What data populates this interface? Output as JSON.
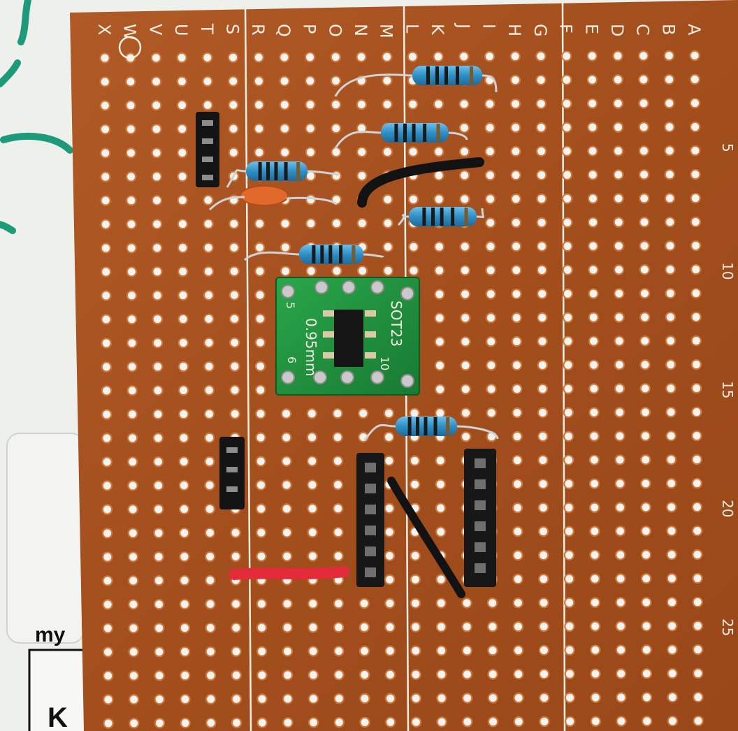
{
  "board": {
    "column_letters": [
      "X",
      "W",
      "V",
      "U",
      "T",
      "S",
      "R",
      "Q",
      "P",
      "O",
      "N",
      "M",
      "L",
      "K",
      "J",
      "I",
      "H",
      "G",
      "F",
      "E",
      "D",
      "C",
      "B",
      "A"
    ],
    "row_numbers": [
      "5",
      "10",
      "15",
      "20",
      "25"
    ]
  },
  "adapter": {
    "label_left": "0.95mm",
    "label_right": "SOT23",
    "pin_left_top": "5",
    "pin_left_bottom": "6",
    "pin_right_bottom": "10"
  },
  "paper": {
    "fragment_top": "my",
    "fragment_bottom": "K"
  },
  "colors": {
    "board": "#a6501e",
    "copper_hole": "#cf6a2f",
    "solder_mask": "#1f8a3a",
    "resistor_body": "#2f8fc4",
    "wire_red": "#e32b3a",
    "wire_black": "#121212"
  }
}
